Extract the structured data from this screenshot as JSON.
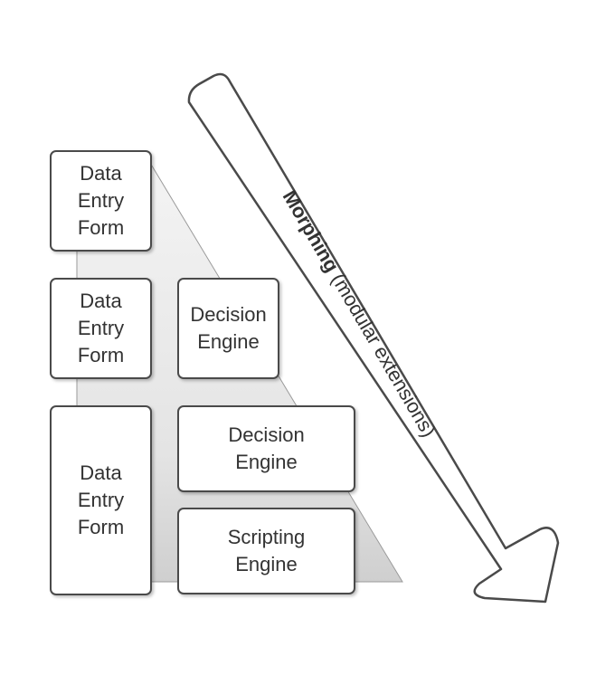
{
  "boxes": {
    "data_entry_top": "Data\nEntry\nForm",
    "data_entry_mid": "Data\nEntry\nForm",
    "data_entry_bot": "Data\nEntry\nForm",
    "decision_small": "Decision\nEngine",
    "decision_wide": "Decision\nEngine",
    "scripting": "Scripting\nEngine"
  },
  "arrow": {
    "label_bold": "Morphing",
    "label_rest": " (modular extensions)"
  }
}
